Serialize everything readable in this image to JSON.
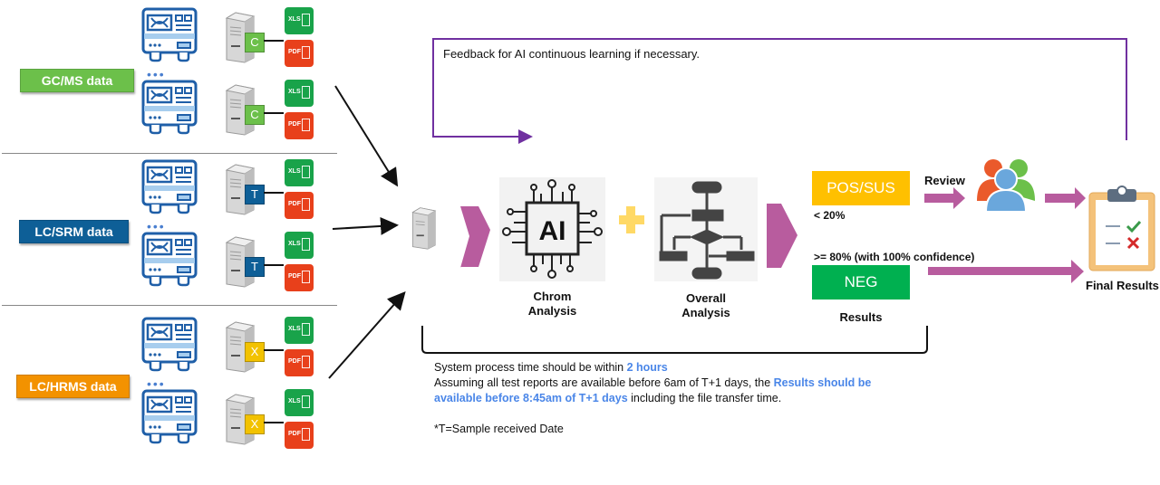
{
  "sources": [
    {
      "label": "GC/MS data",
      "color": "#6cc04a",
      "badge_letter": "C",
      "badge_color": "#6cc04a"
    },
    {
      "label": "LC/SRM data",
      "color": "#0e5f97",
      "badge_letter": "T",
      "badge_color": "#0e5f97"
    },
    {
      "label": "LC/HRMS data",
      "color": "#f39200",
      "badge_letter": "X",
      "badge_color": "#f2c200"
    }
  ],
  "file_icons": {
    "xls": "XLS",
    "pdf": "PDF"
  },
  "ellipsis": "•••",
  "feedback": {
    "text": "Feedback for AI continuous learning if necessary.",
    "color": "#7030a0"
  },
  "ai_chip": {
    "text": "AI",
    "label_line1": "Chrom",
    "label_line2": "Analysis"
  },
  "flowchart": {
    "label_line1": "Overall",
    "label_line2": "Analysis"
  },
  "results": {
    "pos": {
      "label": "POS/SUS",
      "threshold": "< 20%",
      "color": "#ffc000"
    },
    "neg": {
      "label": "NEG",
      "threshold": ">= 80% (with 100% confidence)",
      "color": "#00b050"
    },
    "caption": "Results"
  },
  "review_label": "Review",
  "final_results_label": "Final Results",
  "notes": {
    "line1_prefix": "System process time should be within ",
    "line1_highlight": "2 hours",
    "line2_prefix": "Assuming all test reports are available before 6am of T+1 days, the ",
    "line2_highlight": "Results should be",
    "line3_highlight": "available before 8:45am of T+1 days",
    "line3_suffix": " including the file transfer time.",
    "footnote": "*T=Sample received Date"
  },
  "colors": {
    "flow_arrow": "#b85c9e",
    "plus": "#ffd966",
    "highlight": "#4a86e8"
  }
}
